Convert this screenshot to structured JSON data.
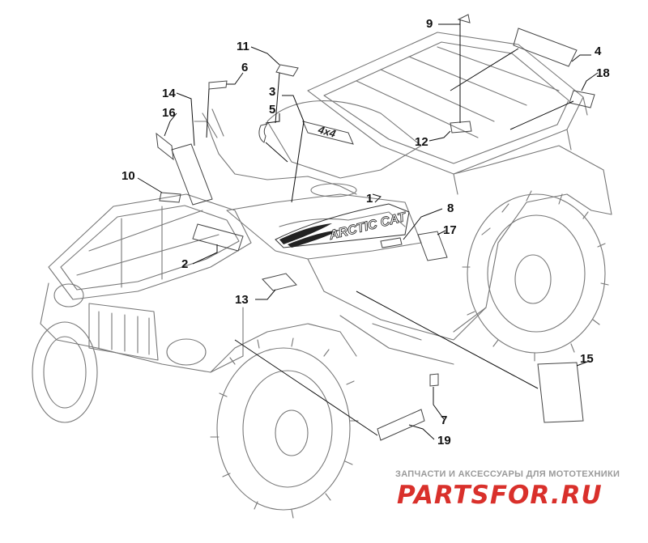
{
  "callouts": [
    "1",
    "2",
    "3",
    "4",
    "5",
    "6",
    "7",
    "8",
    "9",
    "10",
    "11",
    "12",
    "13",
    "14",
    "15",
    "16",
    "17",
    "18",
    "19"
  ],
  "decal_texts": {
    "brand": "ARCTIC CAT",
    "drive": "4x4"
  },
  "watermark": {
    "tagline": "ЗАПЧАСТИ И АКСЕССУАРЫ ДЛЯ МОТОТЕХНИКИ",
    "site": "PARTSFOR.RU"
  },
  "colors": {
    "line": "#555555",
    "leader": "#111111",
    "watermark_red": "#d9302b",
    "watermark_gray": "#9a9a9a"
  }
}
